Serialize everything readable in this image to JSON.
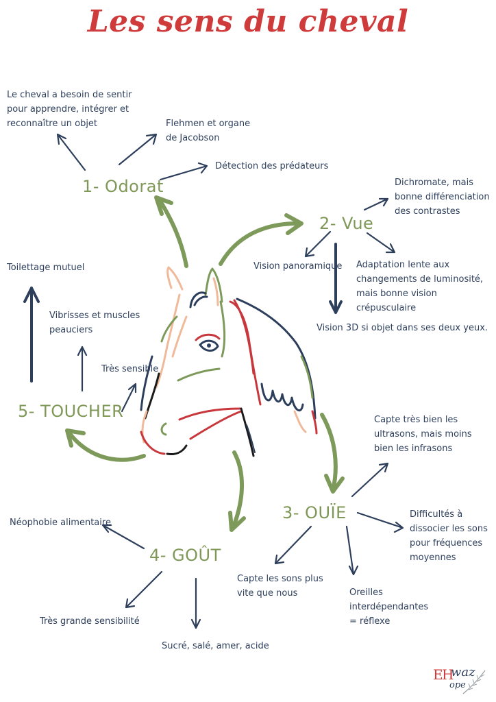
{
  "title": "Les sens du cheval",
  "senses": {
    "odorat": "1- Odorat",
    "vue": "2- Vue",
    "ouie": "3- OUÏE",
    "gout": "4- GOÛT",
    "toucher": "5- TOUCHER"
  },
  "odorat_notes": {
    "sentir": "Le cheval a besoin de sentir pour apprendre, intégrer et reconnaître un objet",
    "flehmen": "Flehmen et organe de Jacobson",
    "predateurs": "Détection des prédateurs"
  },
  "vue_notes": {
    "dichromate": "Dichromate, mais bonne différenciation des contrastes",
    "panoramique": "Vision panoramique",
    "adaptation": "Adaptation lente aux changements de luminosité, mais bonne vision crépusculaire",
    "vision3d": "Vision 3D si objet dans ses deux yeux."
  },
  "ouie_notes": {
    "ultrasons": "Capte très bien les ultrasons, mais moins bien les infrasons",
    "difficultes": "Difficultés à dissocier les sons pour fréquences moyennes",
    "plus_vite": "Capte les sons plus vite que nous",
    "oreilles": "Oreilles interdépendantes = réflexe"
  },
  "gout_notes": {
    "neophobie": "Néophobie alimentaire",
    "sensibilite": "Très grande sensibilité",
    "saveurs": "Sucré, salé, amer, acide"
  },
  "toucher_notes": {
    "toilettage": "Toilettage mutuel",
    "vibrisses": "Vibrisses et muscles peauciers",
    "sensible": "Très sensible"
  },
  "logo": {
    "e": "E",
    "h": "H",
    "waz": "waz",
    "ope": "ope"
  },
  "colors": {
    "title": "#cf3a3a",
    "sense": "#7f9858",
    "text": "#2e3f5c",
    "green_arrow": "#7d9a5a",
    "peach": "#f0b99a",
    "red": "#c8373b",
    "navy": "#2c3e5c",
    "black": "#1b1b1b"
  }
}
